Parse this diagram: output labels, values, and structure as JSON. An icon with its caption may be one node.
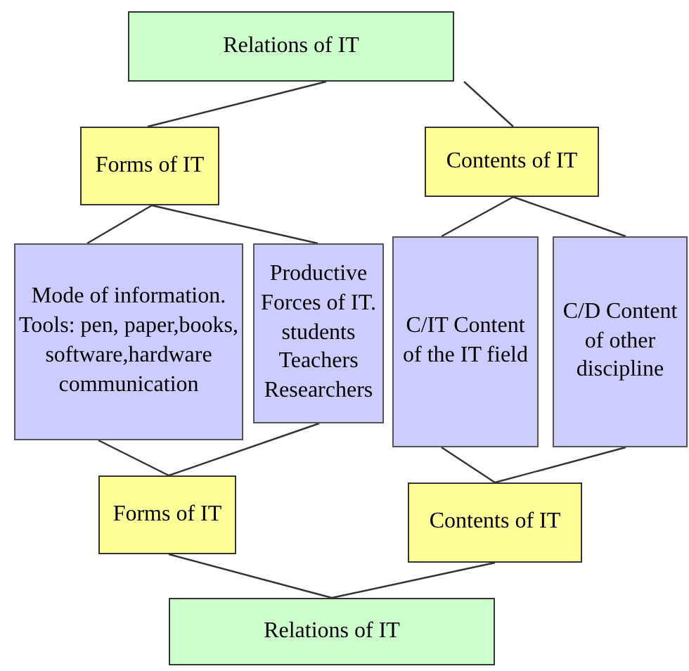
{
  "diagram": {
    "nodes": [
      {
        "text": [
          "Relations of IT"
        ]
      },
      {
        "text": [
          "Forms of IT"
        ]
      },
      {
        "text": [
          "Contents of IT"
        ]
      },
      {
        "text": [
          "Mode of information. Tools: pen, paper,books, software,hardware communication"
        ]
      },
      {
        "text": [
          "Productive Forces of IT. students Teachers Researchers"
        ]
      },
      {
        "text": [
          "C/IT Content of the IT field"
        ]
      },
      {
        "text": [
          "C/D Content of other discipline"
        ]
      },
      {
        "text": [
          "Forms of IT"
        ]
      },
      {
        "text": [
          "Contents of IT"
        ]
      },
      {
        "text": [
          "Relations of IT"
        ]
      }
    ],
    "edges": [
      {
        "from": 0,
        "to": 1,
        "arrow": "none"
      },
      {
        "from": 0,
        "to": 2,
        "arrow": "none"
      },
      {
        "from": 1,
        "to": 3,
        "arrow": "none"
      },
      {
        "from": 1,
        "to": 4,
        "arrow": "none"
      },
      {
        "from": 2,
        "to": 5,
        "arrow": "none"
      },
      {
        "from": 2,
        "to": 6,
        "arrow": "none"
      },
      {
        "from": 3,
        "to": 7,
        "arrow": "none"
      },
      {
        "from": 4,
        "to": 7,
        "arrow": "none"
      },
      {
        "from": 5,
        "to": 8,
        "arrow": "none"
      },
      {
        "from": 6,
        "to": 8,
        "arrow": "none"
      },
      {
        "from": 7,
        "to": 9,
        "arrow": "none"
      },
      {
        "from": 8,
        "to": 9,
        "arrow": "none"
      }
    ]
  }
}
